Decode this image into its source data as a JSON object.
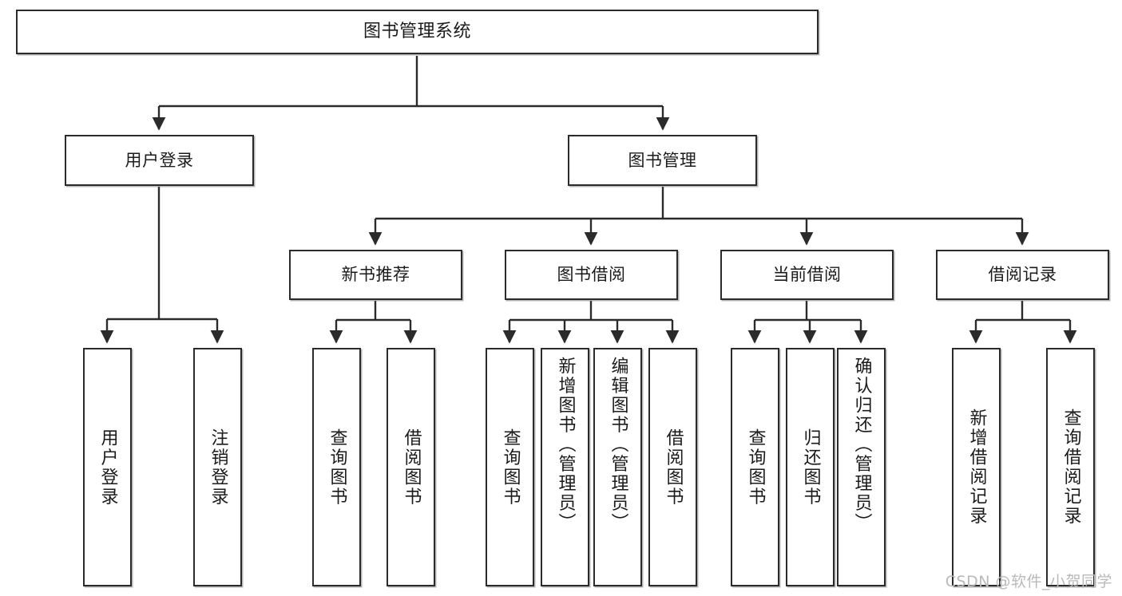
{
  "diagram": {
    "title": "图书管理系统",
    "type": "tree-hierarchy",
    "watermark": "CSDN @软件_小贺同学",
    "colors": {
      "box_border": "#2b2b2b",
      "box_fill": "#ffffff",
      "edge": "#2b2b2b",
      "text": "#1b1b1b",
      "watermark": "#b9b9b9"
    },
    "root": {
      "label": "图书管理系统"
    },
    "level2": [
      {
        "id": "user-login",
        "label": "用户登录"
      },
      {
        "id": "book-manage",
        "label": "图书管理"
      }
    ],
    "level3": [
      {
        "id": "new-book-rec",
        "label": "新书推荐"
      },
      {
        "id": "book-borrow",
        "label": "图书借阅"
      },
      {
        "id": "current-borrow",
        "label": "当前借阅"
      },
      {
        "id": "borrow-record",
        "label": "借阅记录"
      }
    ],
    "leaves": {
      "user_login": [
        {
          "id": "leaf-user-login",
          "label": "用户登录"
        },
        {
          "id": "leaf-logout",
          "label": "注销登录"
        }
      ],
      "new_book_rec": [
        {
          "id": "leaf-query-book-1",
          "label": "查询图书"
        },
        {
          "id": "leaf-borrow-book-1",
          "label": "借阅图书"
        }
      ],
      "book_borrow": [
        {
          "id": "leaf-query-book-2",
          "label": "查询图书"
        },
        {
          "id": "leaf-add-book",
          "label": "新增图书（管理员）"
        },
        {
          "id": "leaf-edit-book",
          "label": "编辑图书（管理员）"
        },
        {
          "id": "leaf-borrow-book-2",
          "label": "借阅图书"
        }
      ],
      "current_borrow": [
        {
          "id": "leaf-query-book-3",
          "label": "查询图书"
        },
        {
          "id": "leaf-return-book",
          "label": "归还图书"
        },
        {
          "id": "leaf-confirm-return",
          "label": "确认归还（管理员）"
        }
      ],
      "borrow_record": [
        {
          "id": "leaf-add-record",
          "label": "新增借阅记录"
        },
        {
          "id": "leaf-query-record",
          "label": "查询借阅记录"
        }
      ]
    }
  }
}
